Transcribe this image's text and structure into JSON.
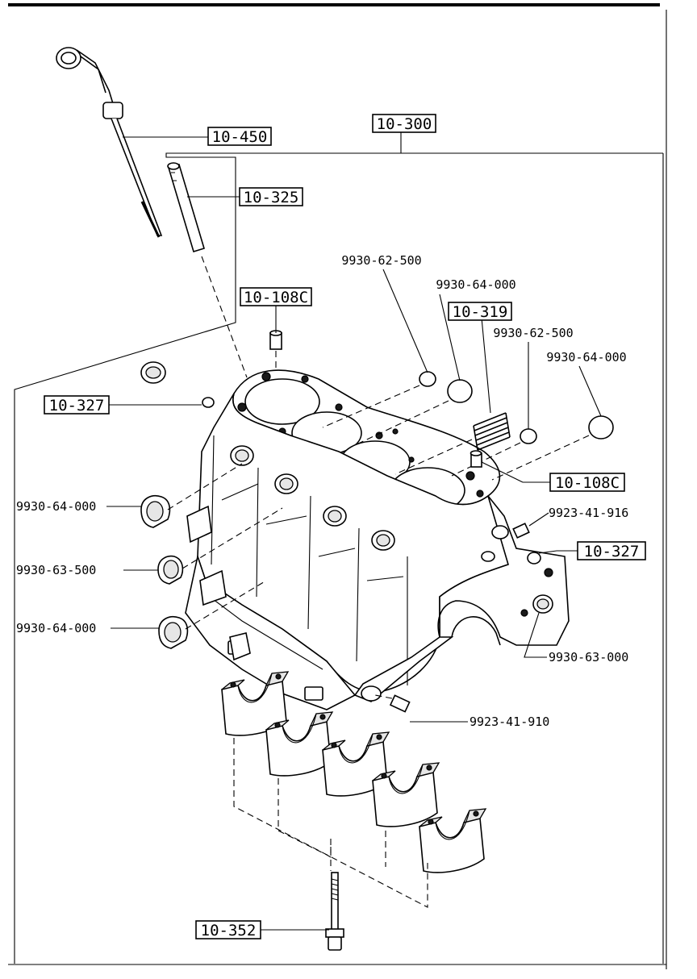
{
  "callouts": {
    "dipstick_ref": "10-450",
    "block_ref": "10-300",
    "guide_ref": "10-325",
    "dowel_top_ref": "10-108C",
    "oring_left_ref": "10-327",
    "plug_62_top": "9930-62-500",
    "plug_64_top": "9930-64-000",
    "spring_ref": "10-319",
    "plug_62_right": "9930-62-500",
    "plug_64_right": "9930-64-000",
    "dowel_right_ref": "10-108C",
    "pin_916": "9923-41-916",
    "oring_right_ref": "10-327",
    "seal_64_left_a": "9930-64-000",
    "seal_63_500": "9930-63-500",
    "seal_64_left_b": "9930-64-000",
    "seal_63_000": "9930-63-000",
    "pin_910": "9923-41-910",
    "bolt_ref": "10-352"
  }
}
